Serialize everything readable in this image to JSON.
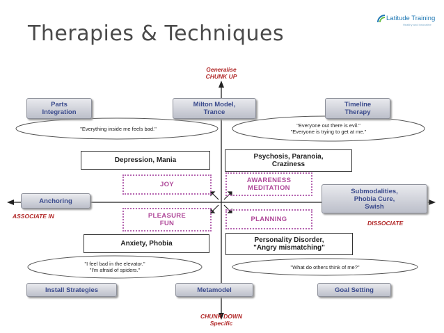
{
  "title": "Therapies & Techniques",
  "logo": {
    "name": "Latitude Training",
    "tagline": "Healthy and Innovative"
  },
  "axes": {
    "top": {
      "line1": "Generalise",
      "line2": "CHUNK UP"
    },
    "bottom": {
      "line1": "CHUNK DOWN",
      "line2": "Specific"
    },
    "left": "ASSOCIATE IN",
    "right": "DISSOCIATE"
  },
  "techniques": {
    "parts_integration": "Parts\nIntegration",
    "milton_model": "Milton Model,\nTrance",
    "timeline_therapy": "Timeline\nTherapy",
    "anchoring": "Anchoring",
    "submodalities": "Submodalities,\nPhobia Cure,\nSwish",
    "install_strategies": "Install Strategies",
    "metamodel": "Metamodel",
    "goal_setting": "Goal Setting"
  },
  "conditions": {
    "depression": "Depression, Mania",
    "psychosis": "Psychosis, Paranoia,\nCraziness",
    "anxiety": "Anxiety, Phobia",
    "personality": "Personality Disorder,\n\"Angry mismatching\""
  },
  "states": {
    "joy": "JOY",
    "awareness": "AWARENESS\nMEDITATION",
    "pleasure": "PLEASURE\nFUN",
    "planning": "PLANNING"
  },
  "quotes": {
    "top_left": "\"Everything inside me feels bad.\"",
    "top_right": "\"Everyone out there is evil.\"\n\"Everyone is trying to get at me.\"",
    "bottom_left": "\"I feel bad in the elevator.\"\n\"I'm afraid of spiders.\"",
    "bottom_right": "\"What do others think of me?\""
  }
}
